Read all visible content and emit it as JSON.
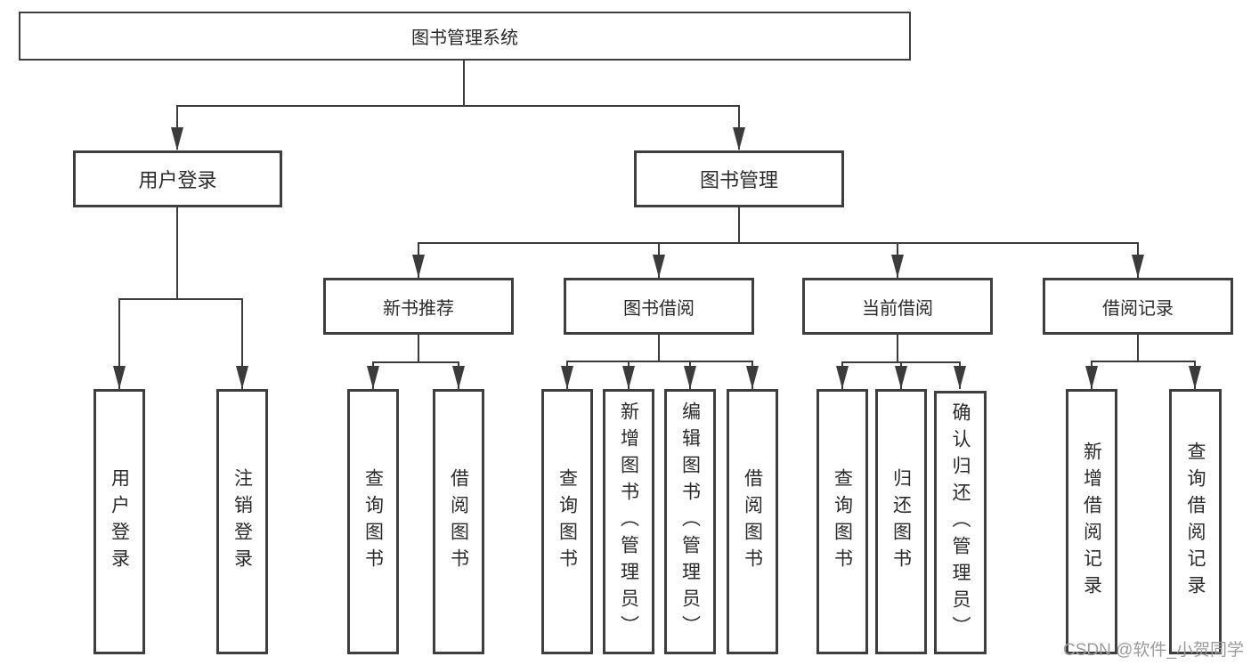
{
  "diagram": {
    "root": {
      "label": "图书管理系统"
    },
    "branches": [
      {
        "label": "用户登录",
        "leaves": [
          {
            "label": "用户登录"
          },
          {
            "label": "注销登录"
          }
        ]
      },
      {
        "label": "图书管理",
        "sections": [
          {
            "label": "新书推荐",
            "leaves": [
              {
                "label": "查询图书"
              },
              {
                "label": "借阅图书"
              }
            ]
          },
          {
            "label": "图书借阅",
            "leaves": [
              {
                "label": "查询图书"
              },
              {
                "label": "新增图书（管理员）"
              },
              {
                "label": "编辑图书（管理员）"
              },
              {
                "label": "借阅图书"
              }
            ]
          },
          {
            "label": "当前借阅",
            "leaves": [
              {
                "label": "查询图书"
              },
              {
                "label": "归还图书"
              },
              {
                "label": "确认归还（管理员）"
              }
            ]
          },
          {
            "label": "借阅记录",
            "leaves": [
              {
                "label": "新增借阅记录"
              },
              {
                "label": "查询借阅记录"
              }
            ]
          }
        ]
      }
    ],
    "watermark": "CSDN @软件_小贺同学",
    "colors": {
      "line": "#3b3b3b",
      "border": "#3e3e3e",
      "text": "#2b2b2b",
      "watermark": "#9c9c9c",
      "background": "#ffffff"
    }
  }
}
